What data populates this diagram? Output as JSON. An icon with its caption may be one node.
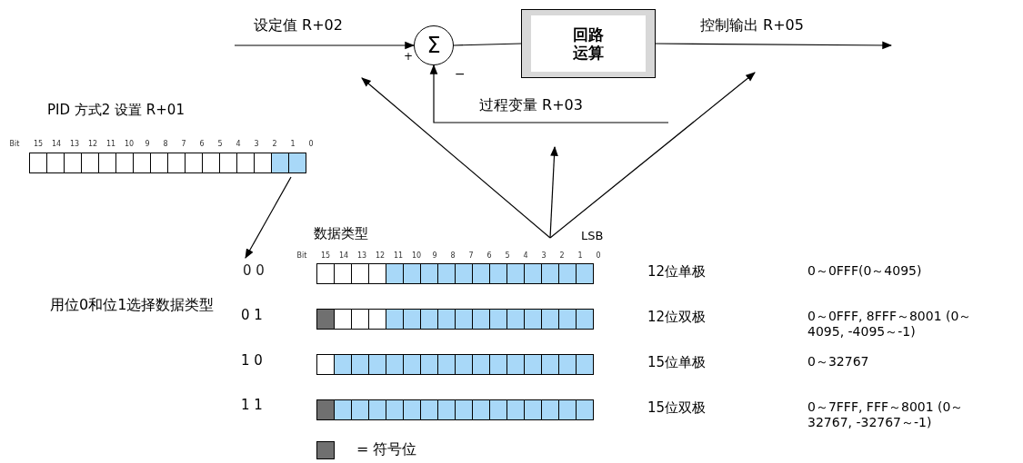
{
  "diagram": {
    "nodes": [
      {
        "text": [
          "Σ"
        ]
      },
      {
        "text": [
          "回路运算"
        ]
      },
      {
        "text": [
          "PID 方式2 设置 R+01"
        ]
      },
      {
        "text": [
          "0 0"
        ]
      },
      {
        "text": [
          "数据类型"
        ]
      }
    ],
    "edges": [
      {
        "from": null,
        "to": 0,
        "arrow": "to",
        "label": "设定值 R+02"
      },
      {
        "from": 0,
        "to": 1,
        "arrow": "none"
      },
      {
        "from": 1,
        "to": null,
        "arrow": "to",
        "label": "控制输出 R+05"
      },
      {
        "from": null,
        "to": 0,
        "arrow": "to",
        "label": "过程变量 R+03"
      },
      {
        "from": 2,
        "to": 3,
        "arrow": "to"
      },
      {
        "from": 4,
        "to": null,
        "arrow": "to"
      },
      {
        "from": 4,
        "to": null,
        "arrow": "to"
      },
      {
        "from": 4,
        "to": null,
        "arrow": "to"
      }
    ],
    "labels": [
      "+",
      "−",
      "Bit",
      "15",
      "14",
      "13",
      "12",
      "11",
      "10",
      "9",
      "8",
      "7",
      "6",
      "5",
      "4",
      "3",
      "2",
      "1",
      "0",
      "LSB",
      "Bit",
      "15",
      "14",
      "13",
      "12",
      "11",
      "10",
      "9",
      "8",
      "7",
      "6",
      "5",
      "4",
      "3",
      "2",
      "1",
      "0",
      "用位0和位1选择数据类型",
      "0 1",
      "1 0",
      "1 1",
      "12位单极",
      "0～0FFF(0～4095)",
      "12位双极",
      "0～0FFF, 8FFF～8001 (0～4095, -4095～-1)",
      "15位单极",
      "0～32767",
      "15位双极",
      "0～7FFF, FFF～8001 (0～32767, -32767～-1)"
    ],
    "legend": [
      {
        "text": "= 符号位",
        "color": "#707070"
      }
    ]
  }
}
